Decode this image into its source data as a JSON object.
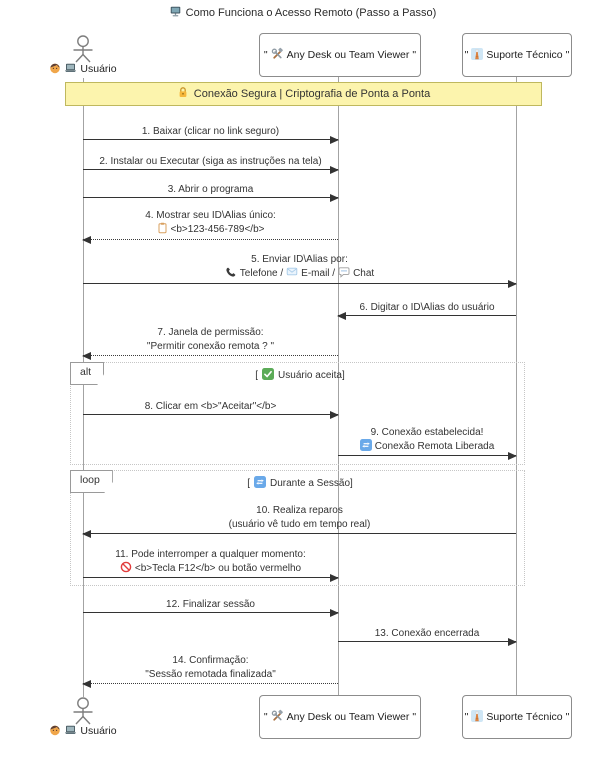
{
  "diagram": {
    "title": "Como Funciona o Acesso Remoto (Passo a Passo)",
    "note": "Conexão Segura | Criptografia de Ponta a Ponta",
    "actors": {
      "user": {
        "label": "Usuário"
      },
      "app": {
        "quote_open": "\"",
        "name": "Any Desk ou Team Viewer",
        "quote_close": "\""
      },
      "support": {
        "quote_open": "\"",
        "name": "Suporte Técnico",
        "quote_close": "\""
      }
    },
    "frames": {
      "alt": {
        "label": "alt",
        "condition_open": "[",
        "condition": "Usuário aceita]"
      },
      "loop": {
        "label": "loop",
        "condition_open": "[",
        "condition": "Durante a Sessão]"
      }
    },
    "messages": [
      {
        "line1": "1. Baixar (clicar no link seguro)"
      },
      {
        "line1": "2. Instalar ou Executar (siga as instruções na tela)"
      },
      {
        "line1": "3. Abrir o programa"
      },
      {
        "line1": "4. Mostrar seu ID\\Alias único:",
        "line2": "<b>123-456-789</b>"
      },
      {
        "line1": "5. Enviar ID\\Alias por:",
        "part1": "Telefone /",
        "part2": "E-mail /",
        "part3": "Chat"
      },
      {
        "line1": "6. Digitar o ID\\Alias do usuário"
      },
      {
        "line1": "7. Janela de permissão:",
        "line2": "\"Permitir conexão remota ? \""
      },
      {
        "line1": "8. Clicar em <b>\"Aceitar\"</b>"
      },
      {
        "line1": "9. Conexão estabelecida!",
        "line2": "Conexão Remota Liberada"
      },
      {
        "line1": "10. Realiza reparos",
        "line2": "(usuário vê tudo em tempo real)"
      },
      {
        "line1": "11. Pode interromper a qualquer momento:",
        "line2": "<b>Tecla F12</b> ou botão vermelho"
      },
      {
        "line1": "12. Finalizar sessão"
      },
      {
        "line1": "13. Conexão encerrada"
      },
      {
        "line1": "14. Confirmação:",
        "line2": "\"Sessão remotada finalizada\""
      }
    ],
    "icons": {
      "title": "computer-icon",
      "user": "man-face-icon, laptop-icon",
      "app": "hammer-wrench-icon",
      "support": "tower-icon",
      "note": "lock-icon",
      "message4": "clipboard-icon",
      "message5": "phone-icon, email-icon, chat-icon",
      "alt_condition": "check-mark-icon",
      "message9": "repeat-icon",
      "loop_condition": "cycle-icon",
      "message11": "prohibited-icon"
    },
    "colors": {
      "note_bg": "#fcf4ad",
      "note_border": "#bfb85e",
      "arrow": "#333333",
      "lifeline": "#a3a3a3",
      "frame_border": "#c6c6c6",
      "check_green": "#5bab57",
      "repeat_blue": "#6aa9e9",
      "prohibited_red": "#e23d3d",
      "lock_gold": "#f6b73c"
    }
  }
}
